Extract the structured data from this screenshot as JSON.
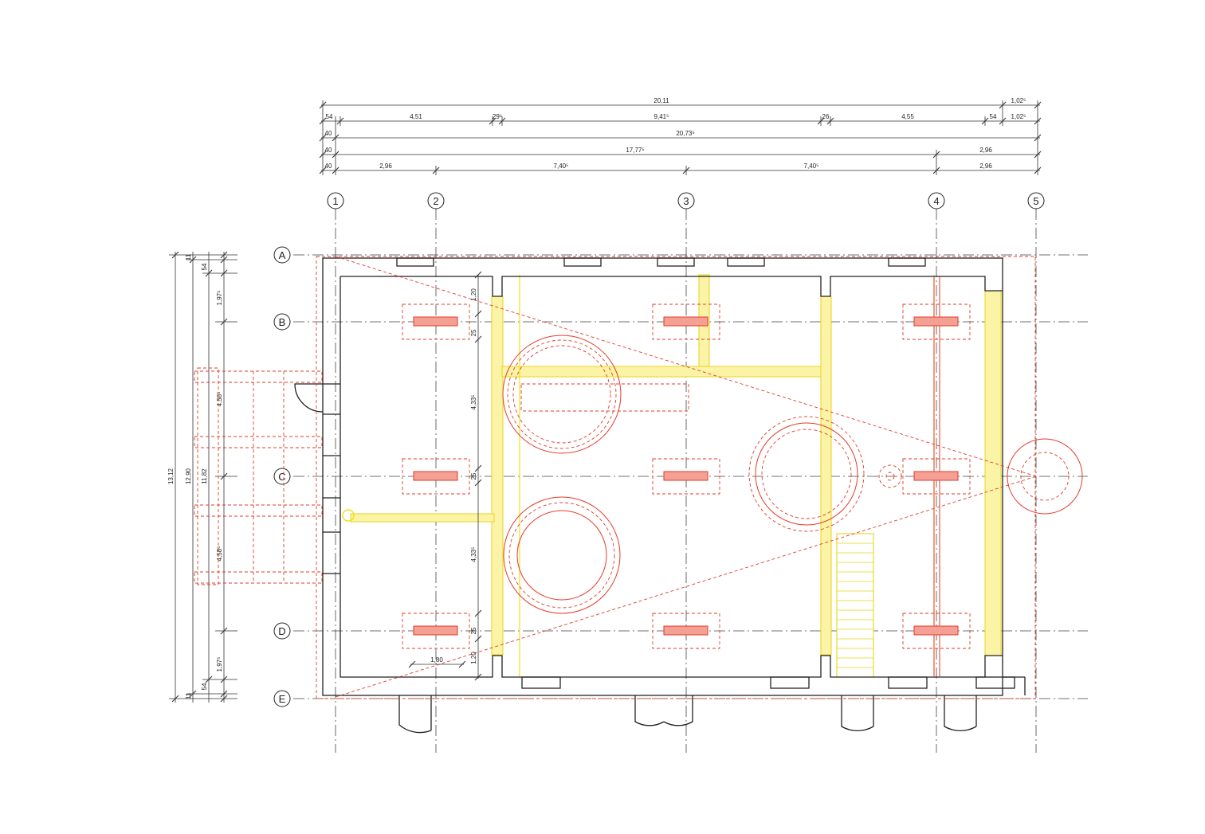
{
  "axes": {
    "columns": [
      "1",
      "2",
      "3",
      "4",
      "5"
    ],
    "rows": [
      "A",
      "B",
      "C",
      "D",
      "E"
    ]
  },
  "dimensions_top": {
    "row1": [
      "20,11",
      "1,02⁵"
    ],
    "row2": [
      "54",
      "4,51",
      "29⁵",
      "9,41⁵",
      "26",
      "4,55",
      "54",
      "1,02⁵"
    ],
    "row3": [
      "40",
      "20,73⁵"
    ],
    "row4": [
      "40",
      "17,77⁵",
      "2,96"
    ],
    "row5": [
      "40",
      "2,96",
      "7,40⁵",
      "7,40⁵",
      "2,96"
    ]
  },
  "dimensions_left": {
    "outer": [
      "13,12",
      "12,90",
      "11,82"
    ],
    "inner": [
      "11",
      "54",
      "1,97⁵",
      "4,58⁵",
      "4,58⁵",
      "1,97⁵",
      "54",
      "11"
    ]
  },
  "dimensions_inner": [
    "1,20",
    "25",
    "4,33⁵",
    "25",
    "4,33⁵",
    "25",
    "1,20",
    "1,80"
  ],
  "colors": {
    "walls": "#222222",
    "demolition": "#e23b2a",
    "new_work": "#f2df1d"
  }
}
